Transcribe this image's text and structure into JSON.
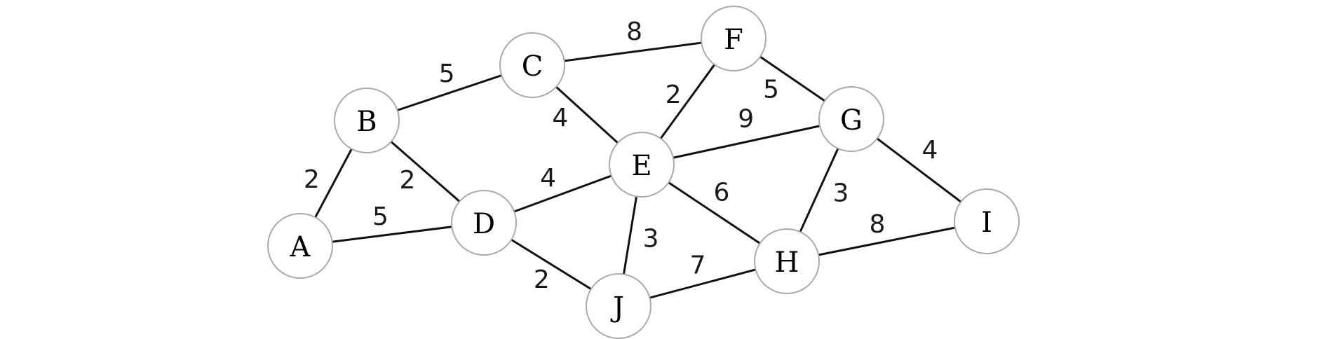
{
  "graph": {
    "nodes": [
      {
        "id": "A",
        "label": "A"
      },
      {
        "id": "B",
        "label": "B"
      },
      {
        "id": "C",
        "label": "C"
      },
      {
        "id": "D",
        "label": "D"
      },
      {
        "id": "E",
        "label": "E"
      },
      {
        "id": "F",
        "label": "F"
      },
      {
        "id": "G",
        "label": "G"
      },
      {
        "id": "H",
        "label": "H"
      },
      {
        "id": "I",
        "label": "I"
      },
      {
        "id": "J",
        "label": "J"
      }
    ],
    "edges": [
      {
        "from": "A",
        "to": "B",
        "weight": "2"
      },
      {
        "from": "A",
        "to": "D",
        "weight": "5"
      },
      {
        "from": "B",
        "to": "C",
        "weight": "5"
      },
      {
        "from": "B",
        "to": "D",
        "weight": "2"
      },
      {
        "from": "C",
        "to": "F",
        "weight": "8"
      },
      {
        "from": "C",
        "to": "E",
        "weight": "4"
      },
      {
        "from": "D",
        "to": "E",
        "weight": "4"
      },
      {
        "from": "D",
        "to": "J",
        "weight": "2"
      },
      {
        "from": "E",
        "to": "F",
        "weight": "2"
      },
      {
        "from": "E",
        "to": "G",
        "weight": "9"
      },
      {
        "from": "E",
        "to": "H",
        "weight": "6"
      },
      {
        "from": "E",
        "to": "J",
        "weight": "3"
      },
      {
        "from": "F",
        "to": "G",
        "weight": "5"
      },
      {
        "from": "G",
        "to": "H",
        "weight": "3"
      },
      {
        "from": "G",
        "to": "I",
        "weight": "4"
      },
      {
        "from": "H",
        "to": "I",
        "weight": "8"
      },
      {
        "from": "J",
        "to": "H",
        "weight": "7"
      }
    ]
  }
}
